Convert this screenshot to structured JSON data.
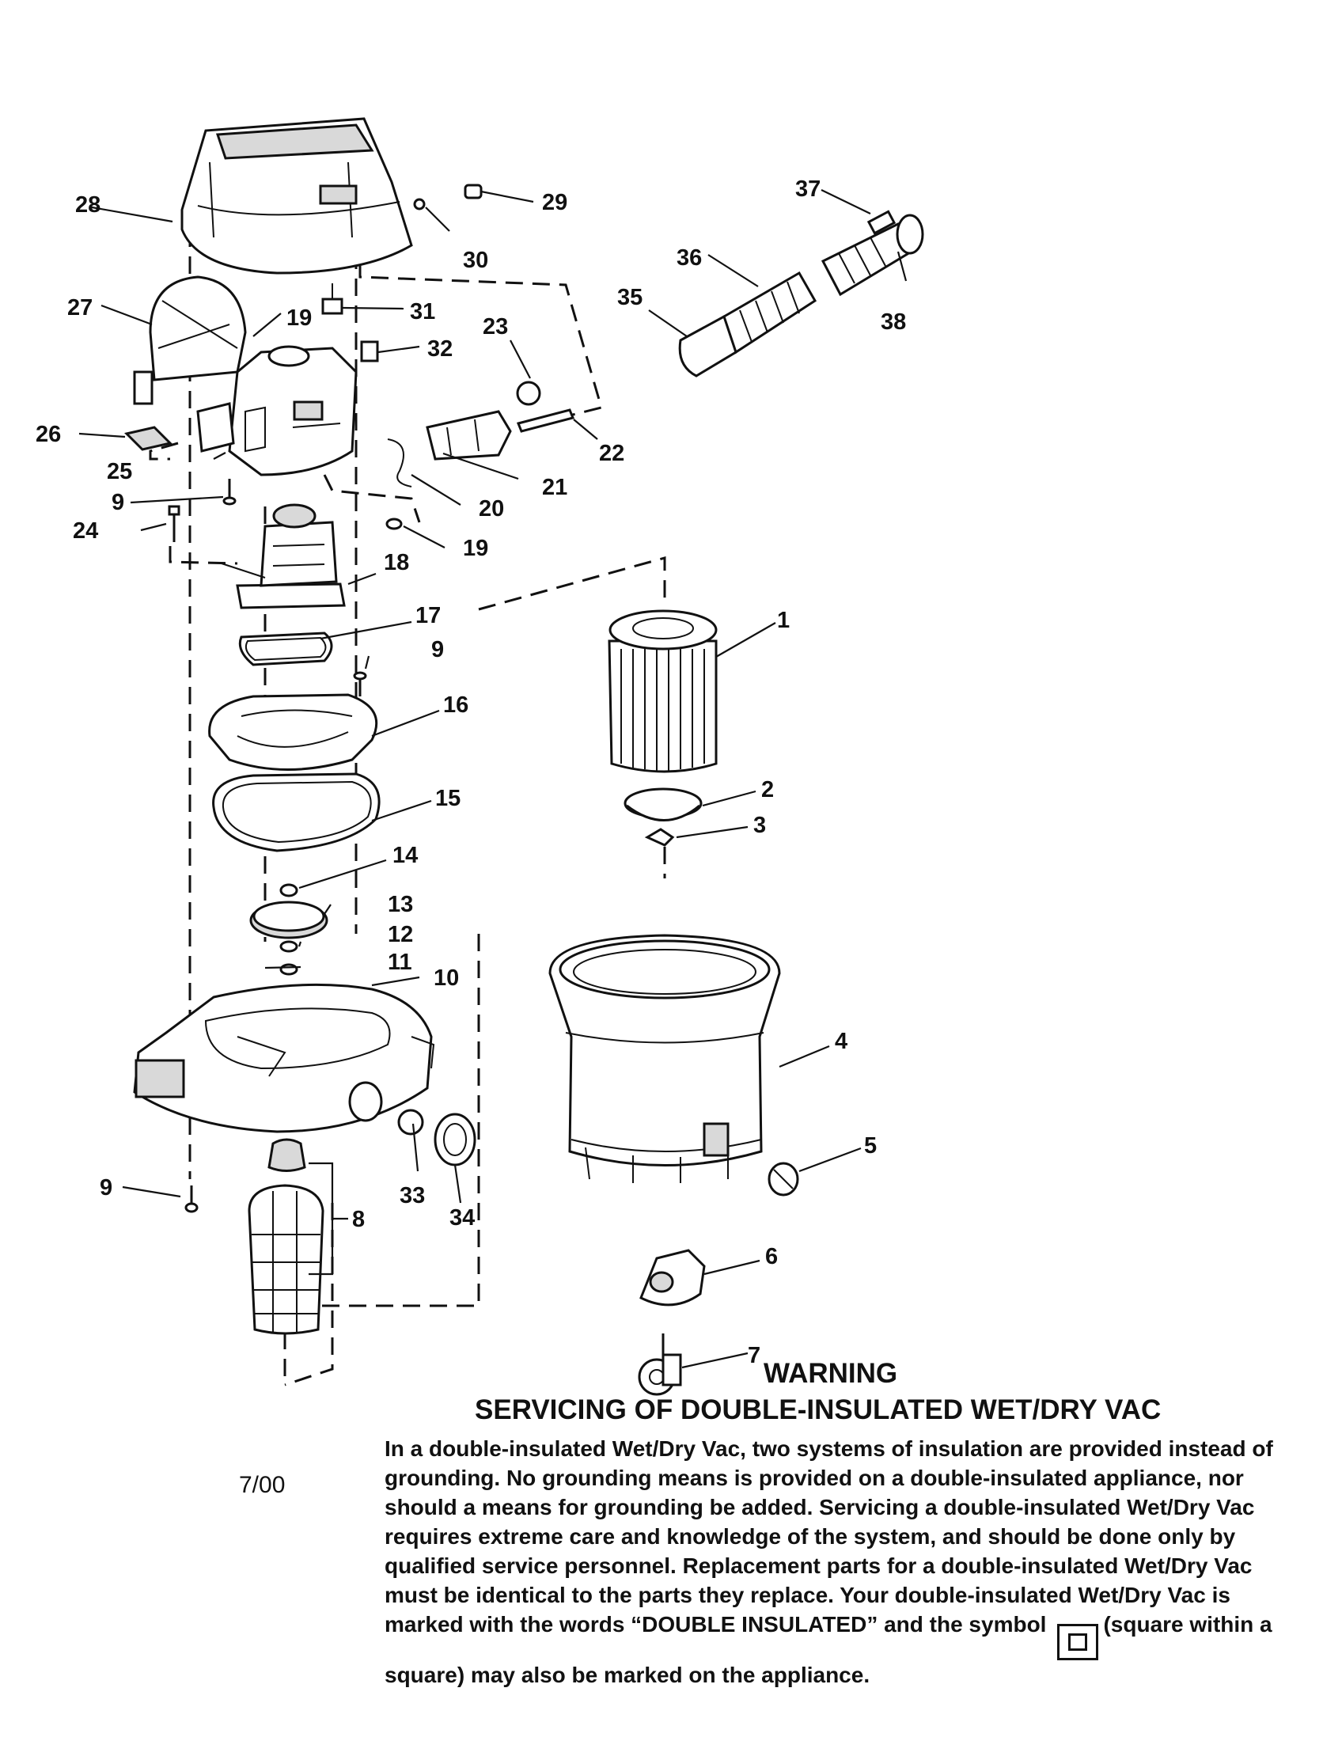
{
  "callouts": [
    "1",
    "2",
    "3",
    "4",
    "5",
    "6",
    "7",
    "8",
    "9",
    "9",
    "9",
    "9",
    "10",
    "11",
    "12",
    "13",
    "14",
    "15",
    "16",
    "17",
    "18",
    "19",
    "19",
    "20",
    "21",
    "22",
    "23",
    "24",
    "25",
    "26",
    "27",
    "28",
    "29",
    "30",
    "31",
    "32",
    "33",
    "34",
    "35",
    "36",
    "37",
    "38"
  ],
  "warning": {
    "title": "WARNING",
    "subtitle": "SERVICING OF DOUBLE-INSULATED WET/DRY VAC",
    "body_before_symbol": "In a double-insulated Wet/Dry Vac, two systems of insulation are provided instead of grounding. No grounding means is provided on a double-insulated appliance, nor should a means for grounding be added. Servicing a double-insulated Wet/Dry Vac requires extreme care and knowledge of the system, and should be done only by qualified service personnel. Replacement parts for a double-insulated Wet/Dry Vac must be identical to the parts they replace. Your double-insulated Wet/Dry Vac is marked with the words “DOUBLE INSULATED” and the symbol",
    "body_after_symbol": "(square within a square) may also be marked on the appliance."
  },
  "date_code": "7/00",
  "colors": {
    "ink": "#111111",
    "paper": "#ffffff",
    "shade": "#d9d9d9"
  }
}
